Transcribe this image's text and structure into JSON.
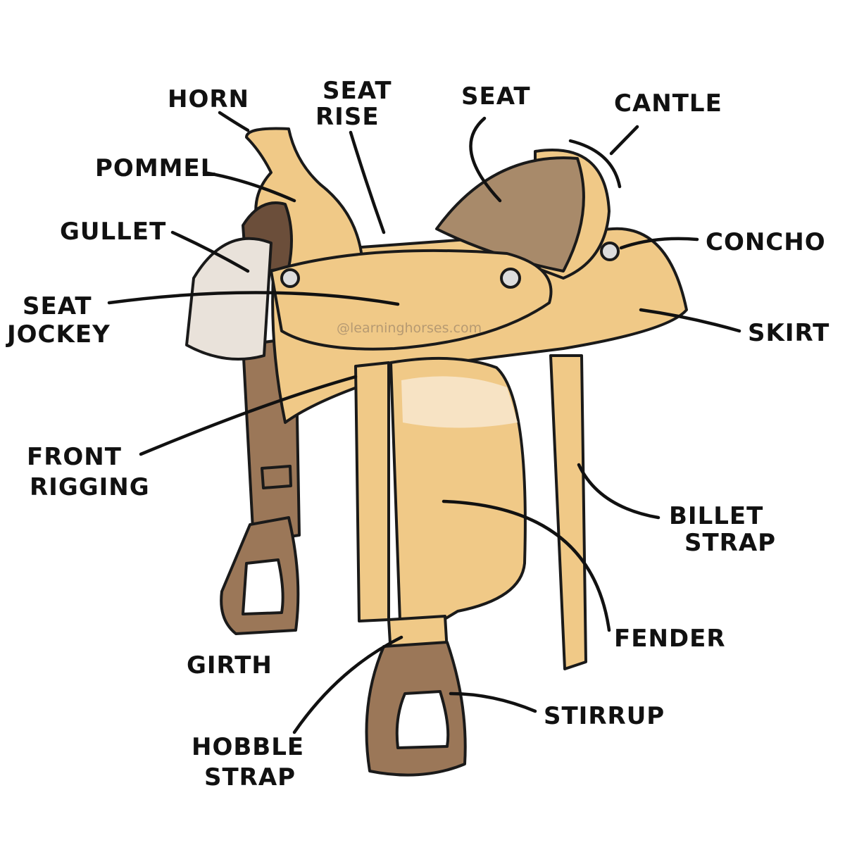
{
  "diagram": {
    "labels": {
      "horn": "HORN",
      "seat_rise": [
        "SEAT",
        "RISE"
      ],
      "seat": "SEAT",
      "cantle": "CANTLE",
      "pommel": "POMMEL",
      "gullet": "GULLET",
      "concho": "CONCHO",
      "seat_jockey": [
        "SEAT",
        "JOCKEY"
      ],
      "skirt": "SKIRT",
      "front_rigging": [
        "FRONT",
        "RIGGING"
      ],
      "billet_strap": [
        "BILLET",
        "STRAP"
      ],
      "fender": "FENDER",
      "girth": "GIRTH",
      "stirrup": "STIRRUP",
      "hobble_strap": [
        "HOBBLE",
        "STRAP"
      ]
    },
    "watermark": "@learninghorses.com",
    "colors": {
      "leather_light": "#f0c987",
      "leather_highlight": "#f7e3c4",
      "leather_dark": "#9b7758",
      "seat_suede": "#a88a6a",
      "fleece": "#e9e2da",
      "outline": "#1a1a1a"
    }
  }
}
